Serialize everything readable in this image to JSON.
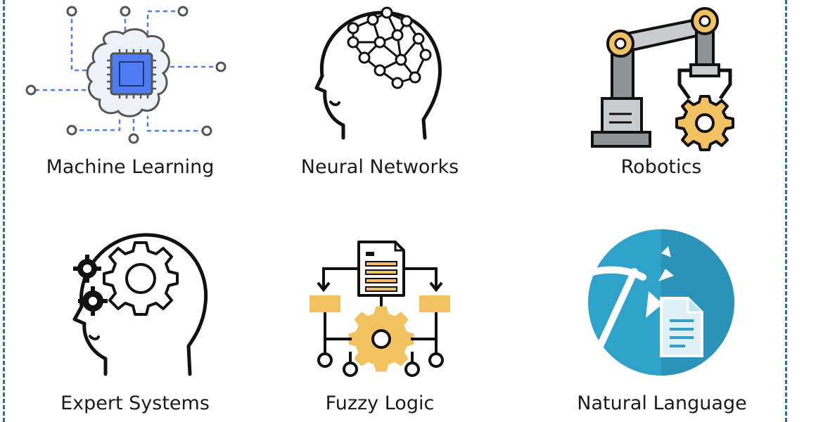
{
  "colors": {
    "border": "#2f6fa1",
    "chip": "#4d7cf3",
    "accent_gold": "#f2c261",
    "robot_gray": "#8e9396",
    "nlp_blue": "#2ea2c9"
  },
  "items": [
    {
      "label": "Machine Learning",
      "icon": "chip-brain-icon"
    },
    {
      "label": "Neural Networks",
      "icon": "head-network-icon"
    },
    {
      "label": "Robotics",
      "icon": "robot-arm-icon"
    },
    {
      "label": "Expert Systems",
      "icon": "head-gears-icon"
    },
    {
      "label": "Fuzzy Logic",
      "icon": "flowchart-gear-icon"
    },
    {
      "label": "Natural Language",
      "icon": "pickaxe-document-icon"
    }
  ]
}
